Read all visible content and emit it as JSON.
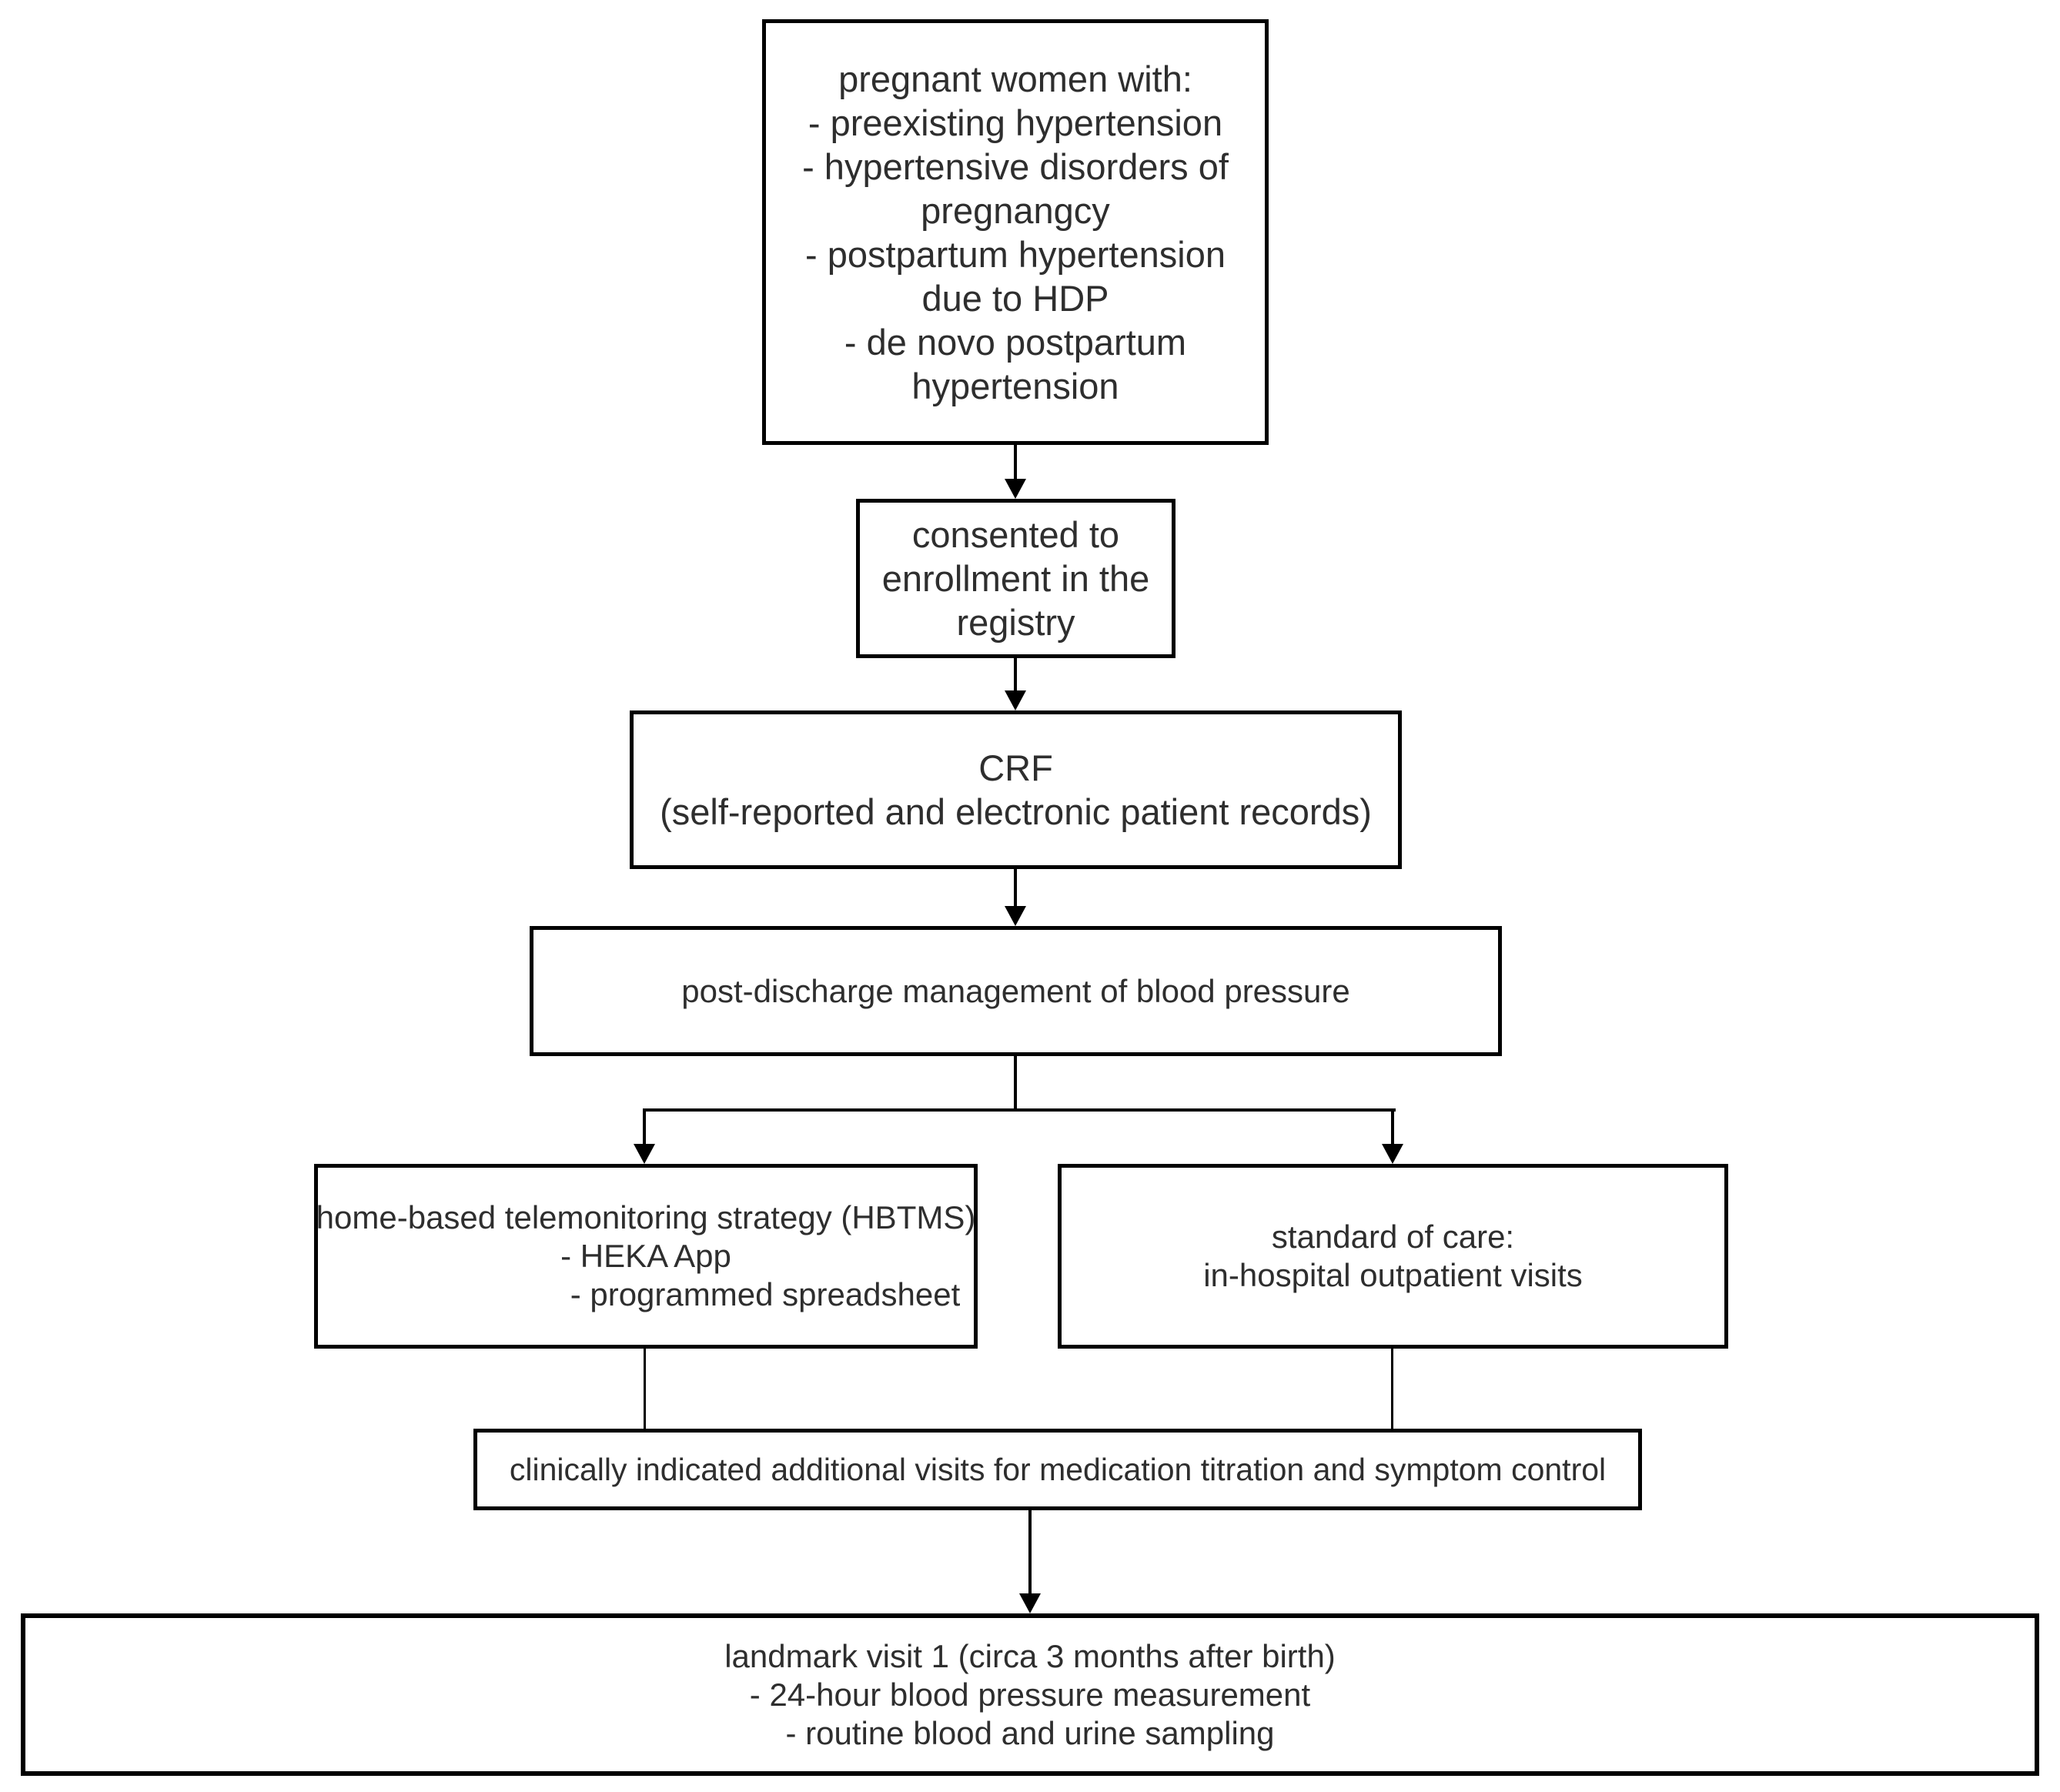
{
  "diagram_type": "flowchart",
  "nodes": {
    "eligibility": {
      "lines": [
        "pregnant women with:",
        "- preexisting hypertension",
        "- hypertensive disorders of",
        "pregnangcy",
        "- postpartum hypertension",
        "due to HDP",
        "- de novo postpartum",
        "hypertension"
      ]
    },
    "consent": {
      "lines": [
        "consented to",
        "enrollment in the",
        "registry"
      ]
    },
    "crf": {
      "lines": [
        "CRF",
        "(self-reported and electronic patient records)"
      ]
    },
    "post_discharge": {
      "lines": [
        "post-discharge management of blood pressure"
      ]
    },
    "hbtms": {
      "lines": [
        "home-based telemonitoring strategy (HBTMS)",
        "- HEKA App",
        "- programmed spreadsheet"
      ]
    },
    "standard_of_care": {
      "lines": [
        "standard of care:",
        "in-hospital outpatient visits"
      ]
    },
    "additional_visits": {
      "lines": [
        "clinically indicated additional visits for medication titration and symptom control"
      ]
    },
    "landmark_visit": {
      "lines": [
        "landmark visit 1 (circa 3 months after birth)",
        "- 24-hour blood pressure measurement",
        "- routine blood and urine sampling"
      ]
    }
  },
  "edges": [
    {
      "from": "eligibility",
      "to": "consent",
      "arrowhead": true
    },
    {
      "from": "consent",
      "to": "crf",
      "arrowhead": true
    },
    {
      "from": "crf",
      "to": "post_discharge",
      "arrowhead": true
    },
    {
      "from": "post_discharge",
      "to": "hbtms",
      "arrowhead": true
    },
    {
      "from": "post_discharge",
      "to": "standard_of_care",
      "arrowhead": true
    },
    {
      "from": "hbtms",
      "to": "additional_visits",
      "arrowhead": false
    },
    {
      "from": "standard_of_care",
      "to": "additional_visits",
      "arrowhead": false
    },
    {
      "from": "additional_visits",
      "to": "landmark_visit",
      "arrowhead": true
    }
  ],
  "colors": {
    "background": "#ffffff",
    "box_border": "#000000",
    "connector": "#000000",
    "text": "#2e2e2e"
  }
}
